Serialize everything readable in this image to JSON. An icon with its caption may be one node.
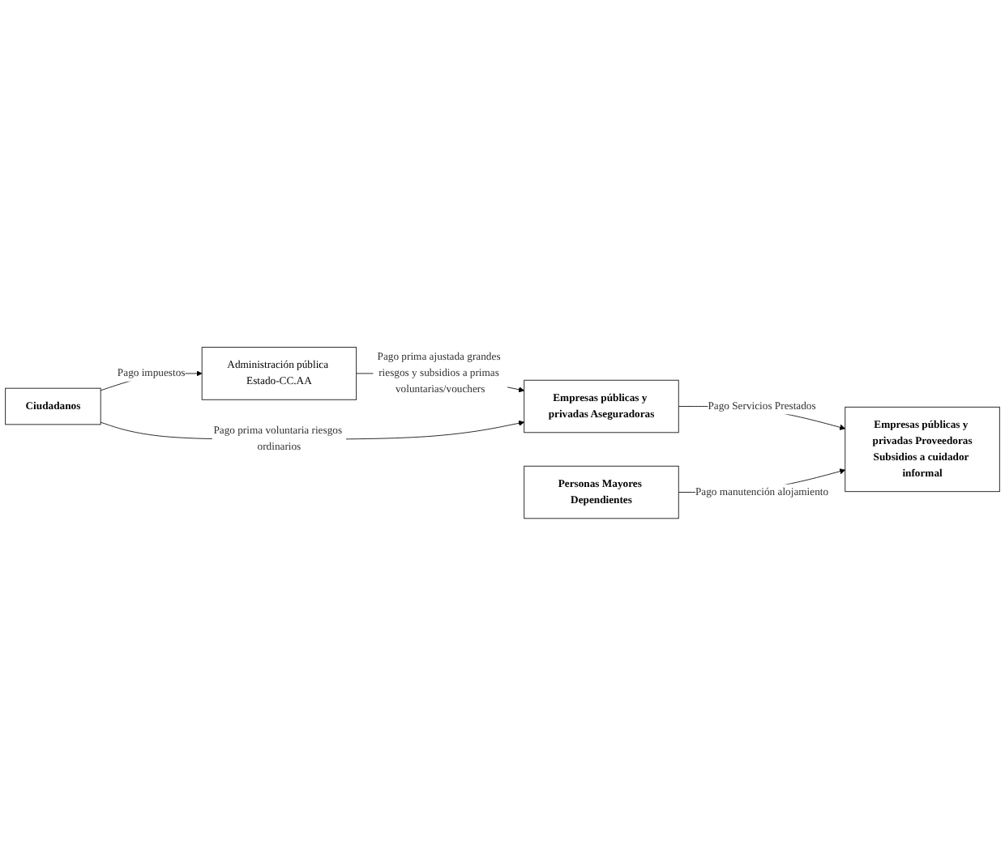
{
  "diagram": {
    "nodes": [
      {
        "text": [
          "Administración pública Estado-CC.AA"
        ]
      },
      {
        "text": [
          "Ciudadanos"
        ]
      },
      {
        "text": [
          "Empresas públicas y privadas Aseguradoras"
        ]
      },
      {
        "text": [
          "Personas Mayores Dependientes"
        ]
      },
      {
        "text": [
          "Empresas públicas y privadas Proveedoras",
          "Subsidios a cuidador informal"
        ]
      }
    ],
    "edges": [
      {
        "from": 1,
        "to": 0,
        "arrow": "to",
        "label": "Pago impuestos"
      },
      {
        "from": 0,
        "to": 2,
        "arrow": "to",
        "label": "Pago prima ajustada grandes riesgos y subsidios a primas voluntarias/vouchers"
      },
      {
        "from": 1,
        "to": 2,
        "arrow": "to",
        "label": "Pago prima voluntaria riesgos ordinarios"
      },
      {
        "from": 2,
        "to": 4,
        "arrow": "to",
        "label": "Pago Servicios Prestados"
      },
      {
        "from": 3,
        "to": 4,
        "arrow": "to",
        "label": "Pago manutención alojamiento"
      }
    ]
  }
}
